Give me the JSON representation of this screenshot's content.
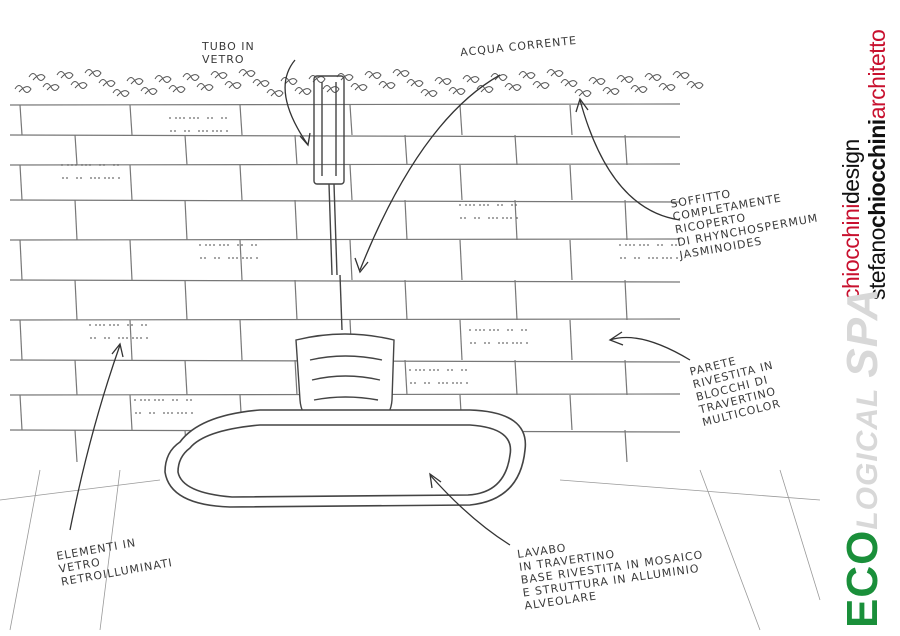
{
  "annotations": {
    "tubo": "TUBO IN\nVETRO",
    "acqua": "ACQUA CORRENTE",
    "soffitto": "SOFFITTO\nCOMPLETAMENTE\nRICOPERTO\nDI RHYNCHOSPERMUM\nJASMINOIDES",
    "parete": "PARETE\nRIVESTITA IN\nBLOCCHI DI\nTRAVERTINO\nMULTICOLOR",
    "elementi": "ELEMENTI IN\nVETRO\nRETROILLUMINATI",
    "lavabo": "LAVABO\nIN TRAVERTINO\nBASE RIVESTITA IN MOSAICO\nE STRUTTURA IN ALLUMINIO\nALVEOLARE"
  },
  "branding": {
    "design_red": "chiocchini",
    "design_dark": "design",
    "arch_first": "stefano",
    "arch_bold": "chiocchini",
    "arch_last": "architetto",
    "eco": "ECO",
    "logical": "LOGICAL",
    "spa": "SPA",
    "colors": {
      "red": "#c8102e",
      "green": "#1a8f3a",
      "grey": "#d8d8d8"
    }
  }
}
